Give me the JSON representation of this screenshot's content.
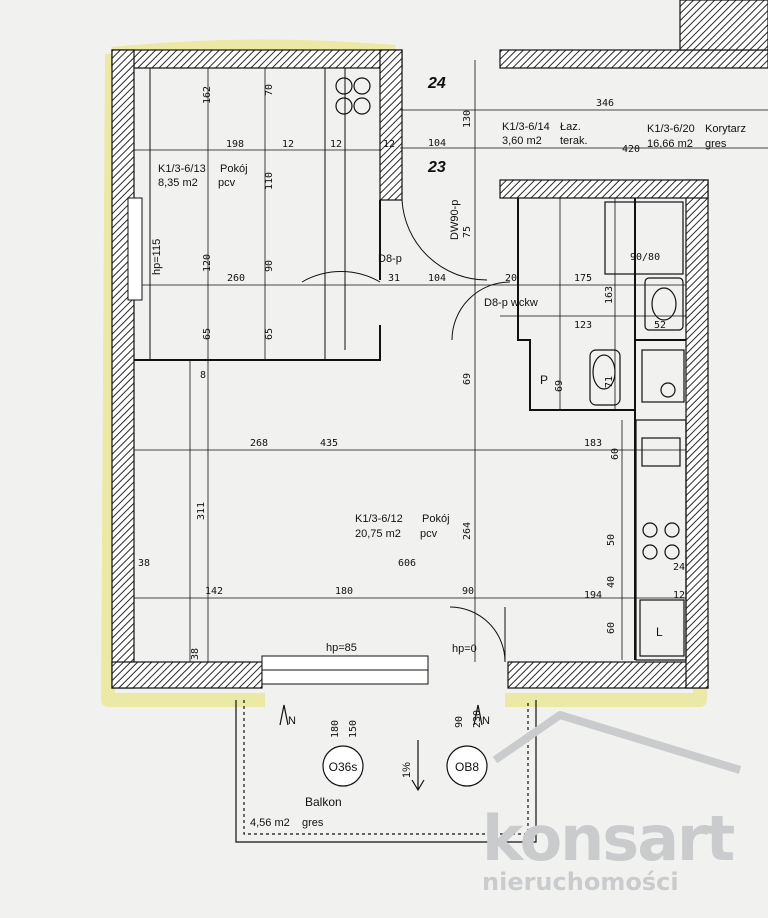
{
  "rooms": [
    {
      "code": "K1/3-6/13",
      "name": "Pokój",
      "area": "8,35 m2",
      "floor": "pcv"
    },
    {
      "code": "K1/3-6/12",
      "name": "Pokój",
      "area": "20,75 m2",
      "floor": "pcv"
    },
    {
      "code": "K1/3-6/14",
      "name": "Łaz.",
      "area": "3,60 m2",
      "floor": "terak."
    },
    {
      "code": "K1/3-6/20",
      "name": "Korytarz",
      "area": "16,66 m2",
      "floor": "gres"
    },
    {
      "code": "",
      "name": "Balkon",
      "area": "4,56 m2",
      "floor": "gres"
    }
  ],
  "doors": {
    "d1": "D8-p",
    "d2": "D8-p wckw",
    "d3": "DW90-p"
  },
  "window_labels": {
    "w1": "hp=115",
    "w2": "hp=85",
    "w3": "hp=0"
  },
  "numbers": {
    "n24": "24",
    "n23": "23"
  },
  "markers": {
    "m1": "O36s",
    "m2": "OB8",
    "slope": "1%",
    "north": "N",
    "p": "P",
    "l": "L"
  },
  "dims": {
    "d162": "162",
    "d70": "70",
    "d198": "198",
    "d12a": "12",
    "d12b": "12",
    "d12c": "12",
    "d110": "110",
    "d120": "120",
    "d260": "260",
    "d90a": "90",
    "d65a": "65",
    "d65b": "65",
    "d8": "8",
    "d31": "31",
    "d104a": "104",
    "d104b": "104",
    "d130": "130",
    "d75": "75",
    "d346": "346",
    "d420": "420",
    "d20": "20",
    "d175": "175",
    "d163": "163",
    "d123": "123",
    "d90_80": "90/80",
    "d52": "52",
    "d69a": "69",
    "d69b": "69",
    "d71": "71",
    "d268": "268",
    "d435": "435",
    "d183": "183",
    "d311": "311",
    "d264": "264",
    "d606": "606",
    "d38a": "38",
    "d38b": "38",
    "d142": "142",
    "d180a": "180",
    "d90b": "90",
    "d194": "194",
    "d60a": "60",
    "d60b": "60",
    "d50": "50",
    "d40": "40",
    "d24": "24",
    "d12d": "12",
    "d180b": "180",
    "d150": "150",
    "d90c": "90",
    "d230": "230"
  },
  "watermark": {
    "brand": "konsart",
    "sub": "nieruchomości"
  },
  "colors": {
    "wall_hatch": "#2a2a2a",
    "highlight": "#e6e26a",
    "paper": "#f1f2f0",
    "watermark": "#c9cbcd"
  }
}
